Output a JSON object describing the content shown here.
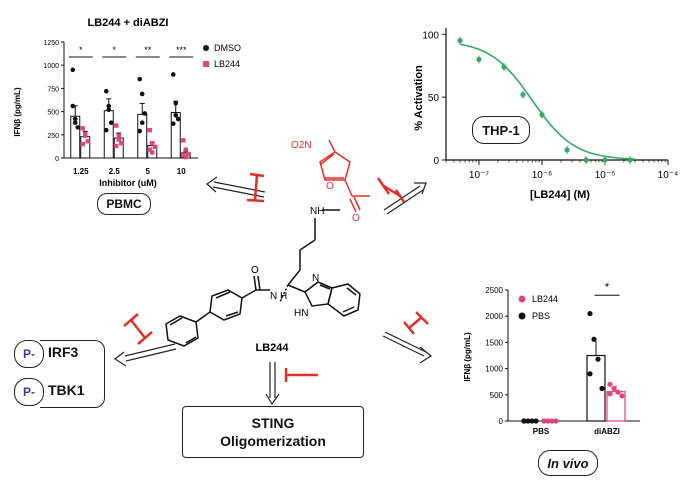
{
  "figure": {
    "compound_name": "LB244",
    "nitro_label": "O2N",
    "nh_label_top": "NH",
    "nh_label_left": "N H",
    "oxygen_labels": [
      "O",
      "O",
      "O"
    ],
    "ring_n": "N",
    "ring_hn": "HN"
  },
  "pbmc_panel": {
    "title": "LB244 + diABZI",
    "cell_label": "PBMC",
    "chart_data": {
      "type": "bar",
      "title": "LB244 + diABZI",
      "xlabel": "Inhibitor (uM)",
      "ylabel": "IFNβ (pg/mL)",
      "categories": [
        "1.25",
        "2.5",
        "5",
        "10"
      ],
      "ylim": [
        0,
        1250
      ],
      "yticks": [
        "0",
        "250",
        "500",
        "750",
        "1000",
        "1250"
      ],
      "series": [
        {
          "name": "DMSO",
          "color": "#111111",
          "values": [
            450,
            510,
            470,
            490
          ],
          "points": [
            [
              950,
              420,
              330,
              560,
              380
            ],
            [
              720,
              560,
              380,
              300,
              520
            ],
            [
              850,
              690,
              480,
              290,
              380
            ],
            [
              900,
              590,
              420,
              370,
              460
            ]
          ]
        },
        {
          "name": "LB244",
          "color": "#e0457b",
          "values": [
            230,
            215,
            135,
            55
          ],
          "points": [
            [
              320,
              240,
              180,
              150,
              260
            ],
            [
              350,
              240,
              160,
              130,
              200
            ],
            [
              300,
              160,
              120,
              90,
              60
            ],
            [
              190,
              90,
              40,
              30,
              10
            ]
          ]
        }
      ],
      "significance": [
        "*",
        "*",
        "**",
        "***"
      ]
    }
  },
  "thp1_panel": {
    "cell_label": "THP-1",
    "chart_data": {
      "type": "scatter",
      "xlabel": "[LB244] (M)",
      "ylabel": "% Activation",
      "x_scale": "log",
      "xlim": [
        3e-08,
        0.0001
      ],
      "ylim": [
        0,
        105
      ],
      "xticks": [
        "10⁻⁷",
        "10⁻⁶",
        "10⁻⁵",
        "10⁻⁴"
      ],
      "yticks": [
        "0",
        "50",
        "100"
      ],
      "points": [
        [
          5e-08,
          95
        ],
        [
          1e-07,
          80
        ],
        [
          2.5e-07,
          74
        ],
        [
          5e-07,
          52
        ],
        [
          1e-06,
          36
        ],
        [
          2.5e-06,
          8
        ],
        [
          5e-06,
          0
        ],
        [
          1e-05,
          0
        ],
        [
          2.5e-05,
          0
        ]
      ],
      "color": "#3aa862",
      "ic50": 7e-07
    }
  },
  "invivo_panel": {
    "label": "In vivo",
    "chart_data": {
      "type": "bar",
      "ylabel": "IFNβ (pg/mL)",
      "categories": [
        "PBS",
        "diABZI"
      ],
      "ylim": [
        0,
        2500
      ],
      "yticks": [
        "0",
        "500",
        "1000",
        "1500",
        "2000",
        "2500"
      ],
      "series": [
        {
          "name": "LB244",
          "color": "#e0457b",
          "values": [
            0,
            560
          ],
          "points": [
            [
              0,
              0,
              0,
              0,
              0
            ],
            [
              700,
              620,
              550,
              480,
              520
            ]
          ]
        },
        {
          "name": "PBS",
          "color": "#111111",
          "values": [
            0,
            1250
          ],
          "points": [
            [
              0,
              0,
              0,
              0,
              0
            ],
            [
              2050,
              1560,
              1180,
              620,
              900
            ]
          ]
        }
      ],
      "significance": [
        "",
        "*"
      ]
    }
  },
  "phospho": {
    "prefix": "P-",
    "irf3": "IRF3",
    "tbk1": "TBK1"
  },
  "sting_box": {
    "line1": "STING",
    "line2": "Oligomerization"
  },
  "colors": {
    "inhibit": "#e0302a",
    "pink": "#e0457b",
    "green": "#3aa862",
    "phospho": "#3b3b9a"
  }
}
